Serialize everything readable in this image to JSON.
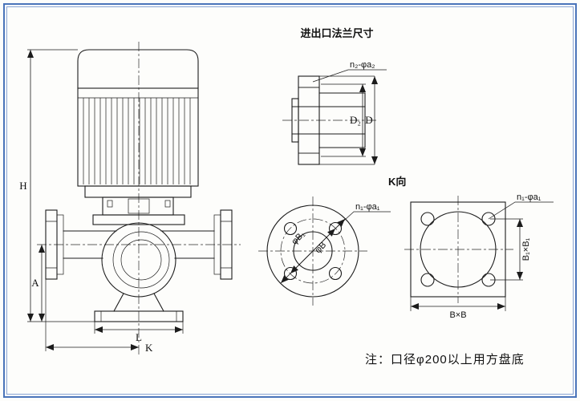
{
  "colors": {
    "frame_blue": "#4a74ba",
    "line_black": "#1c1c1c"
  },
  "pump_view": {
    "dims": {
      "height": "H",
      "axis": "A",
      "base_len": "L",
      "flange_dist": "K"
    }
  },
  "flange_section": {
    "title": "进出口法兰尺寸",
    "bolt_note": "n₂-φa₂",
    "bolt_circle_dia": "D₂",
    "outer_dia": "D"
  },
  "k_view": {
    "title": "K向",
    "bolt_note": "n₁-φa₁",
    "bolt_circle_dia": "φB₁",
    "outer_dia": "φB"
  },
  "square_base": {
    "bolt_note": "n₁-φa₁",
    "bolt_spacing": "B₁×B₁",
    "outer_size": "B×B"
  },
  "note": "注：口径φ200以上用方盘底"
}
